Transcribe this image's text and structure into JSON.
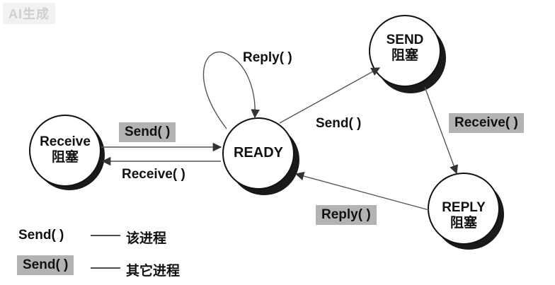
{
  "watermark": "AI生成",
  "nodes": {
    "receive": {
      "line1": "Receive",
      "line2": "阻塞"
    },
    "ready": {
      "line1": "READY",
      "line2": ""
    },
    "send": {
      "line1": "SEND",
      "line2": "阻塞"
    },
    "reply": {
      "line1": "REPLY",
      "line2": "阻塞"
    }
  },
  "edges": {
    "receive_to_ready": "Send( )",
    "ready_to_receive": "Receive( )",
    "ready_self": "Reply( )",
    "ready_to_send": "Send( )",
    "send_to_reply": "Receive( )",
    "reply_to_ready": "Reply( )"
  },
  "legend": {
    "this_process": {
      "call": "Send( )",
      "meaning": "该进程"
    },
    "other_process": {
      "call": "Send( )",
      "meaning": "其它进程"
    }
  },
  "colors": {
    "label_box": "#b3b3b3",
    "node_shadow": "#1a1a1a",
    "arrow": "#555555"
  }
}
